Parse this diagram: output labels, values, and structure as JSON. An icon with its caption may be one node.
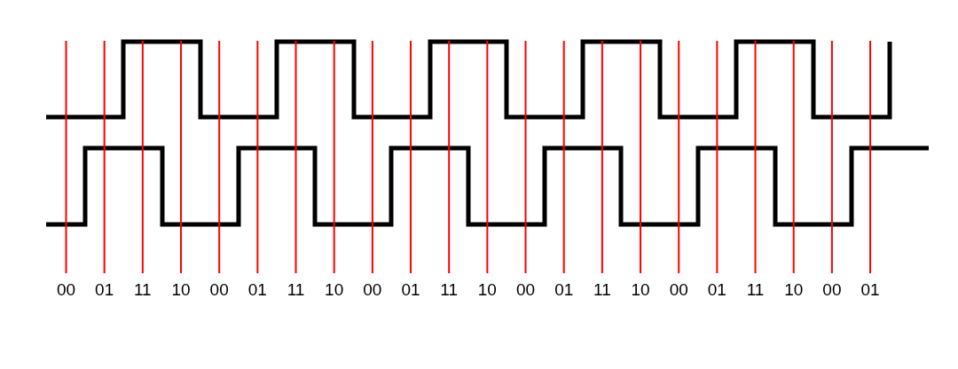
{
  "diagram": {
    "labels": [
      "00",
      "01",
      "11",
      "10",
      "00",
      "01",
      "11",
      "10",
      "00",
      "01",
      "11",
      "10",
      "00",
      "01",
      "11",
      "10",
      "00",
      "01",
      "11",
      "10",
      "00",
      "01"
    ]
  }
}
